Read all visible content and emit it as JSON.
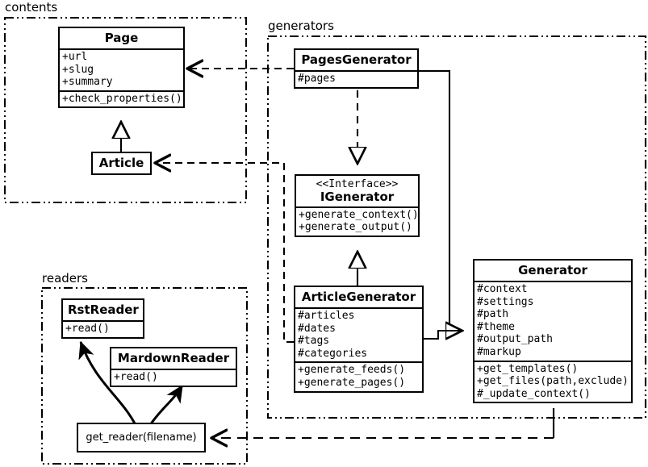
{
  "diagram": {
    "title": "Pelican UML class diagram",
    "type": "uml-class-diagram",
    "background": "#ffffff",
    "line_color": "#000000"
  },
  "packages": [
    {
      "id": "contents",
      "label": "contents"
    },
    {
      "id": "generators",
      "label": "generators"
    },
    {
      "id": "readers",
      "label": "readers"
    }
  ],
  "classes": {
    "page": {
      "name": "Page",
      "stereotype": "",
      "attributes": [
        "+url",
        "+slug",
        "+summary"
      ],
      "methods": [
        "+check_properties()"
      ]
    },
    "article": {
      "name": "Article",
      "stereotype": "",
      "attributes": [],
      "methods": []
    },
    "pages_generator": {
      "name": "PagesGenerator",
      "stereotype": "",
      "attributes": [
        "#pages"
      ],
      "methods": []
    },
    "igenerator": {
      "name": "IGenerator",
      "stereotype": "<<Interface>>",
      "attributes": [],
      "methods": [
        "+generate_context()",
        "+generate_output()"
      ]
    },
    "article_generator": {
      "name": "ArticleGenerator",
      "stereotype": "",
      "attributes": [
        "#articles",
        "#dates",
        "#tags",
        "#categories"
      ],
      "methods": [
        "+generate_feeds()",
        "+generate_pages()"
      ]
    },
    "generator": {
      "name": "Generator",
      "stereotype": "",
      "attributes": [
        "#context",
        "#settings",
        "#path",
        "#theme",
        "#output_path",
        "#markup"
      ],
      "methods": [
        "+get_templates()",
        "+get_files(path,exclude)",
        "#_update_context()"
      ]
    },
    "rst_reader": {
      "name": "RstReader",
      "stereotype": "",
      "attributes": [],
      "methods": [
        "+read()"
      ]
    },
    "mardown_reader": {
      "name": "MardownReader",
      "stereotype": "",
      "attributes": [],
      "methods": [
        "+read()"
      ]
    },
    "get_reader": {
      "name": "get_reader(filename)",
      "stereotype": "",
      "attributes": [],
      "methods": []
    }
  },
  "relationships": [
    {
      "id": "pagesgenerator-to-page",
      "from": "PagesGenerator",
      "to": "Page",
      "kind": "dependency",
      "style": "dashed",
      "arrowhead": "open"
    },
    {
      "id": "articlegenerator-to-article",
      "from": "ArticleGenerator",
      "to": "Article",
      "kind": "dependency",
      "style": "dashed",
      "arrowhead": "open"
    },
    {
      "id": "article-to-page",
      "from": "Article",
      "to": "Page",
      "kind": "generalization",
      "style": "solid",
      "arrowhead": "hollow-triangle"
    },
    {
      "id": "pagesgenerator-to-igenerator",
      "from": "PagesGenerator",
      "to": "IGenerator",
      "kind": "realization",
      "style": "dashed",
      "arrowhead": "hollow-triangle"
    },
    {
      "id": "articlegenerator-to-igenerator",
      "from": "ArticleGenerator",
      "to": "IGenerator",
      "kind": "generalization",
      "style": "solid",
      "arrowhead": "hollow-triangle"
    },
    {
      "id": "pagesgenerator-to-generator",
      "from": "PagesGenerator",
      "to": "Generator",
      "kind": "generalization",
      "style": "solid",
      "arrowhead": "hollow-triangle"
    },
    {
      "id": "articlegenerator-to-generator",
      "from": "ArticleGenerator",
      "to": "Generator",
      "kind": "generalization",
      "style": "solid",
      "arrowhead": "hollow-triangle"
    },
    {
      "id": "generator-to-getreader",
      "from": "Generator",
      "to": "get_reader(filename)",
      "kind": "dependency",
      "style": "dashed",
      "arrowhead": "open"
    },
    {
      "id": "getreader-to-rstreader",
      "from": "get_reader(filename)",
      "to": "RstReader",
      "kind": "creates",
      "style": "curved-solid",
      "arrowhead": "filled"
    },
    {
      "id": "getreader-to-mardownreader",
      "from": "get_reader(filename)",
      "to": "MardownReader",
      "kind": "creates",
      "style": "curved-solid",
      "arrowhead": "filled"
    }
  ]
}
